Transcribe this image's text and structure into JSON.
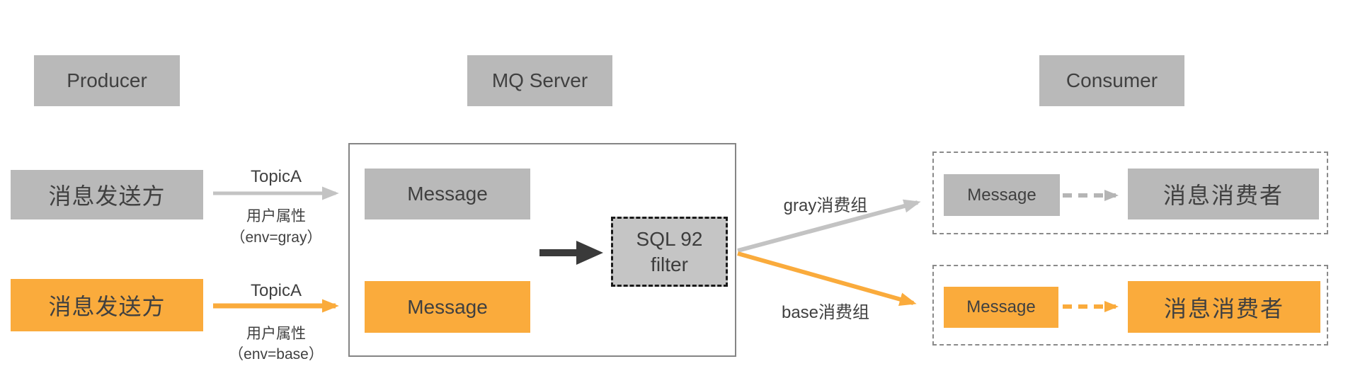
{
  "titles": {
    "producer": "Producer",
    "mq": "MQ Server",
    "consumer": "Consumer"
  },
  "senders": [
    {
      "label": "消息发送方",
      "variant": "gray",
      "topic": "TopicA",
      "attr": "用户属性",
      "attr_value": "（env=gray）"
    },
    {
      "label": "消息发送方",
      "variant": "orange",
      "topic": "TopicA",
      "attr": "用户属性",
      "attr_value": "（env=base）"
    }
  ],
  "mq": {
    "messages": [
      {
        "label": "Message",
        "variant": "gray"
      },
      {
        "label": "Message",
        "variant": "orange"
      }
    ],
    "filter": {
      "line1": "SQL 92",
      "line2": "filter"
    }
  },
  "routes": [
    {
      "label": "gray消费组",
      "variant": "gray"
    },
    {
      "label": "base消费组",
      "variant": "orange"
    }
  ],
  "consumer_groups": [
    {
      "message": "Message",
      "consumer": "消息消费者",
      "variant": "gray"
    },
    {
      "message": "Message",
      "consumer": "消息消费者",
      "variant": "orange"
    }
  ],
  "colors": {
    "gray_fill": "#b9b9b9",
    "filter_fill": "#c5c5c5",
    "orange_fill": "#faab3c",
    "text": "#404040",
    "arrow_gray": "#c3c3c3",
    "arrow_orange": "#faab3c",
    "arrow_black": "#3a3a3a",
    "container_border": "#858585",
    "dashed_border": "#8a8a8a",
    "filter_border": "#1a1a1a"
  }
}
